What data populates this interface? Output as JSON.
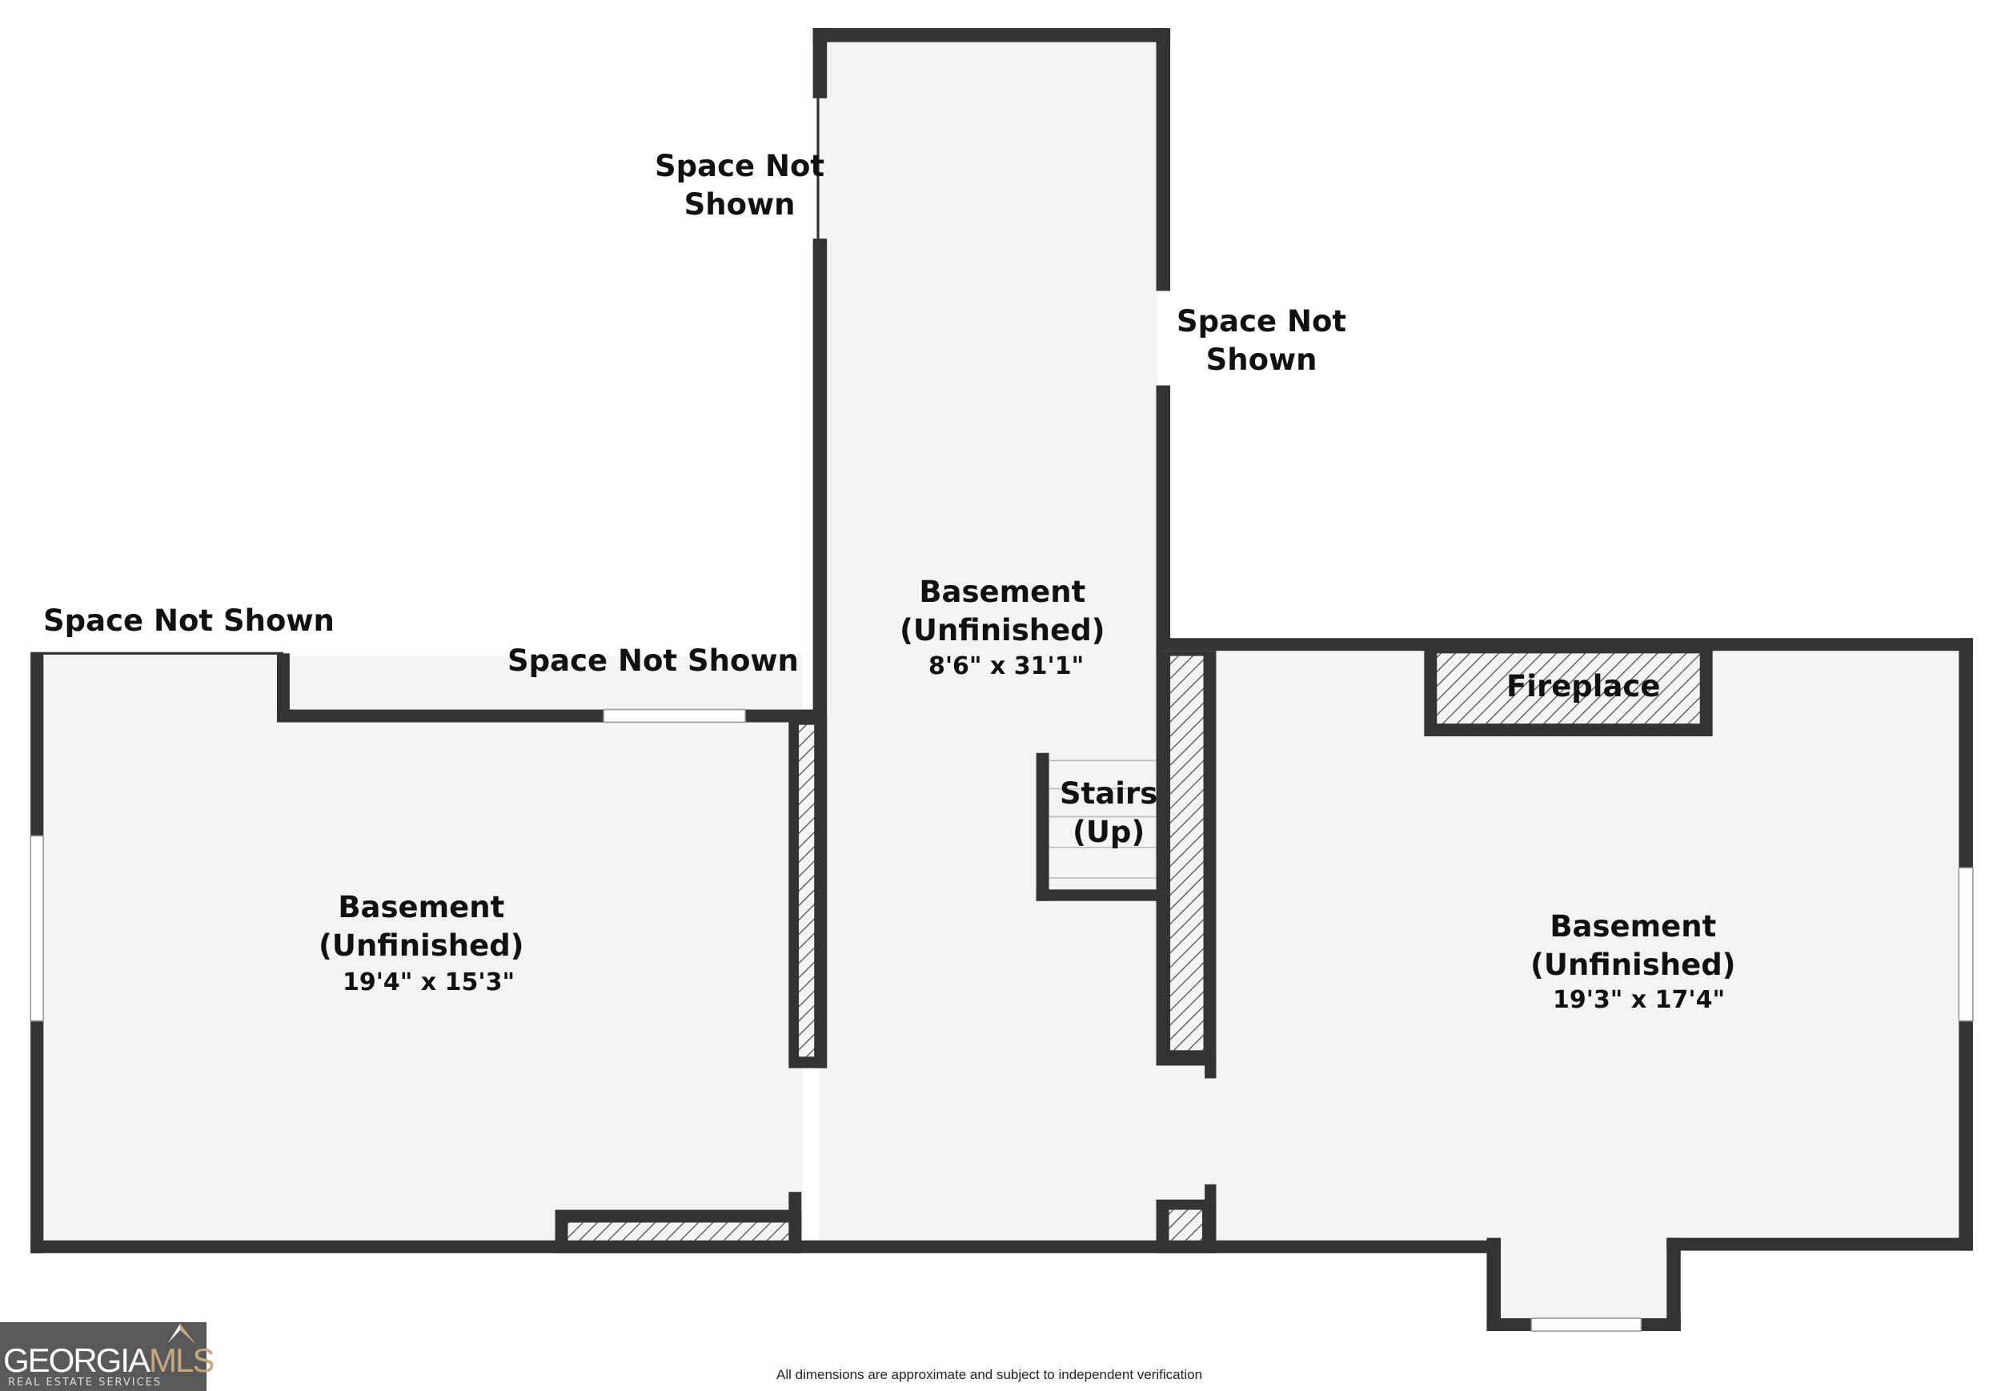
{
  "rooms": [
    {
      "name": "Basement",
      "sub": "(Unfinished)",
      "dims": "19'4\" x 15'3\""
    },
    {
      "name": "Basement",
      "sub": "(Unfinished)",
      "dims": "8'6\" x 31'1\""
    },
    {
      "name": "Basement",
      "sub": "(Unfinished)",
      "dims": "19'3\" x 17'4\""
    }
  ],
  "labels": {
    "space_not_shown_1": "Space Not Shown",
    "space_not_shown_2": "Space Not Shown",
    "space_not_shown_3a": "Space Not",
    "space_not_shown_3b": "Shown",
    "space_not_shown_4a": "Space Not",
    "space_not_shown_4b": "Shown",
    "fireplace": "Fireplace",
    "stairs_a": "Stairs",
    "stairs_b": "(Up)"
  },
  "logo": {
    "brand_a": "GEORGIA",
    "brand_b": "MLS",
    "tagline": "REAL ESTATE SERVICES"
  },
  "footer_note": "All dimensions are approximate and subject to independent verification",
  "colors": {
    "wall": "#333333",
    "floor": "#f4f4f4",
    "accent": "#c7a77d"
  }
}
